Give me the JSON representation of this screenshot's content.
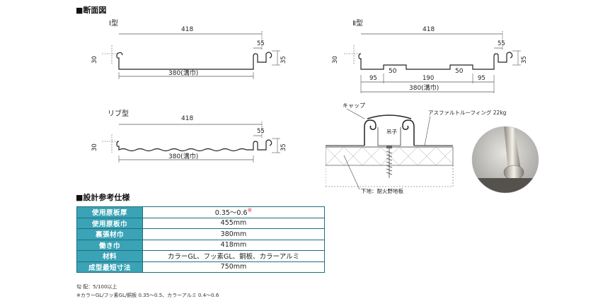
{
  "section_headings": {
    "cross_section": "■断面図",
    "spec": "■設計参考仕様"
  },
  "profiles": {
    "type1": {
      "label": "Ⅰ型",
      "width": "418",
      "seam": "55",
      "height_left": "30",
      "height_right": "35",
      "groove": "380(溝巾)"
    },
    "rib": {
      "label": "リブ型",
      "width": "418",
      "seam": "55",
      "height_left": "30",
      "height_right": "35",
      "groove": "380(溝巾)"
    },
    "type2": {
      "label": "Ⅱ型",
      "width": "418",
      "seam": "55",
      "height_left": "30",
      "height_right": "35",
      "rib_a": "50",
      "rib_b": "50",
      "pitch_left": "95",
      "pitch_mid": "190",
      "pitch_right": "95",
      "groove": "380(溝巾)"
    }
  },
  "detail": {
    "cap": "キャップ",
    "clip": "吊子",
    "asphalt": "アスファルトルーフィング 22kg",
    "substrate": "下地：耐火野地板"
  },
  "spec_table": {
    "rows": [
      {
        "label": "使用原板厚",
        "value": "0.35～0.6"
      },
      {
        "label": "使用原板巾",
        "value": "455mm"
      },
      {
        "label": "裏張材巾",
        "value": "380mm"
      },
      {
        "label": "働き巾",
        "value": "418mm"
      },
      {
        "label": "材料",
        "value": "カラーGL、フッ素GL、銅板、カラーアルミ"
      },
      {
        "label": "成型最短寸法",
        "value": "750mm"
      }
    ],
    "star_mark": "※"
  },
  "notes": {
    "slope": "勾 配：5/100以上",
    "materials": "※カラーGL/フッ素GL/銅板 0.35～0.5、カラーアルミ 0.4～0.6"
  }
}
